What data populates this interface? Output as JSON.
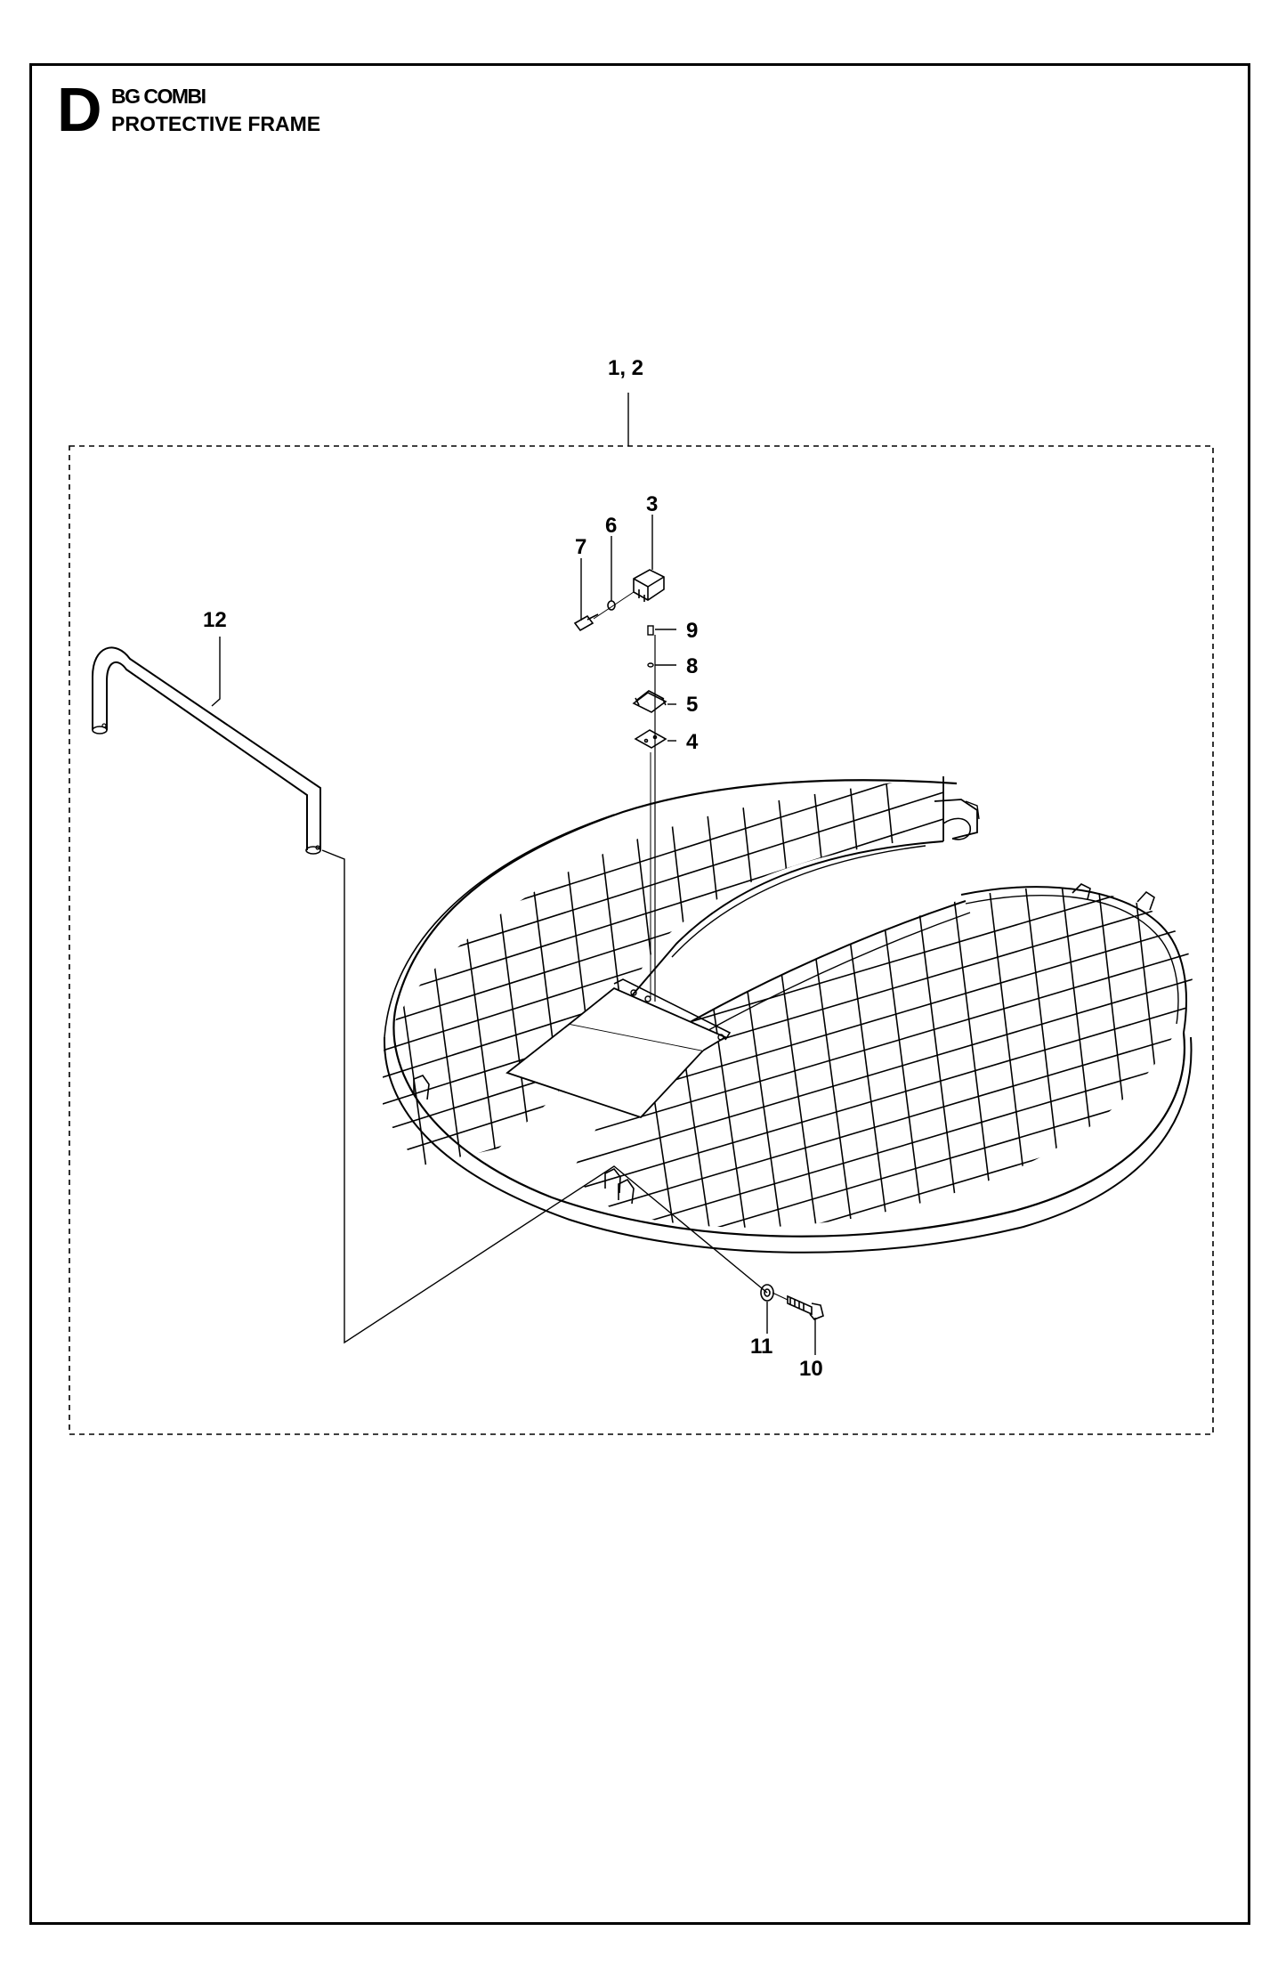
{
  "header": {
    "section_letter": "D",
    "line1": "BG COMBI",
    "line2": "PROTECTIVE FRAME"
  },
  "callouts": {
    "c12": "1, 2",
    "c3": "3",
    "c6": "6",
    "c7": "7",
    "c9": "9",
    "c8": "8",
    "c5": "5",
    "c4": "4",
    "c12b": "12",
    "c11": "11",
    "c10": "10"
  }
}
